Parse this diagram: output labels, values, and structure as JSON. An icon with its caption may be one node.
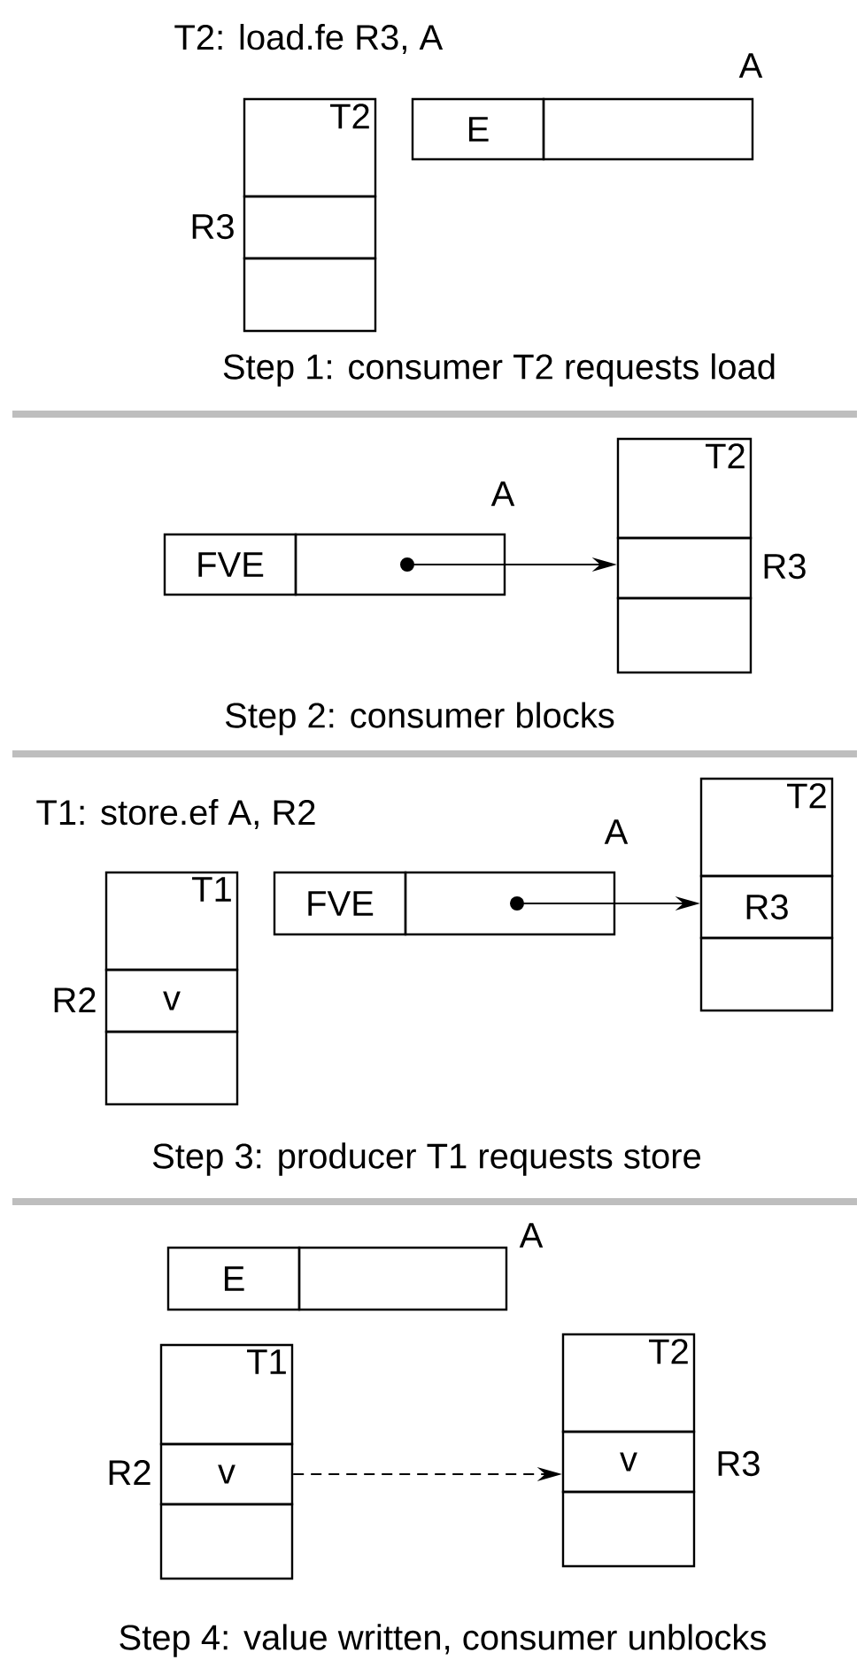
{
  "diagram": {
    "nodes": [
      {
        "text": [
          "T2"
        ]
      },
      {
        "text": [],
        "shape": "box",
        "beside": [
          "R3"
        ]
      },
      {
        "text": [],
        "shape": "box"
      },
      {
        "text": [
          "E"
        ]
      },
      {
        "text": [],
        "shape": "box",
        "beside": [
          "A"
        ]
      },
      {
        "text": [
          "FVE"
        ]
      },
      {
        "text": [],
        "shape": "box",
        "beside": [
          "A"
        ]
      },
      {
        "text": [
          "T2"
        ]
      },
      {
        "text": [],
        "shape": "box",
        "beside": [
          "R3"
        ]
      },
      {
        "text": [],
        "shape": "box"
      },
      {
        "text": [
          "T1"
        ]
      },
      {
        "text": [
          "v"
        ],
        "beside": [
          "R2"
        ]
      },
      {
        "text": [],
        "shape": "box"
      },
      {
        "text": [
          "FVE"
        ]
      },
      {
        "text": [],
        "shape": "box",
        "beside": [
          "A"
        ]
      },
      {
        "text": [
          "T2"
        ]
      },
      {
        "text": [
          "R3"
        ]
      },
      {
        "text": [],
        "shape": "box"
      },
      {
        "text": [
          "E"
        ]
      },
      {
        "text": [],
        "shape": "box",
        "beside": [
          "A"
        ]
      },
      {
        "text": [
          "T1"
        ]
      },
      {
        "text": [
          "v"
        ],
        "beside": [
          "R2"
        ]
      },
      {
        "text": [],
        "shape": "box"
      },
      {
        "text": [
          "T2"
        ]
      },
      {
        "text": [
          "v"
        ],
        "beside": [
          "R3"
        ]
      },
      {
        "text": [],
        "shape": "box"
      }
    ],
    "edges": [
      {
        "from": 6,
        "to": 8,
        "arrow": "to"
      },
      {
        "from": 14,
        "to": 16,
        "arrow": "to"
      },
      {
        "from": 21,
        "to": 24,
        "arrow": "to",
        "style": "dashed"
      }
    ],
    "labels": [
      "T2: load.fe R3, A",
      "Step 1: consumer T2 requests load",
      "Step 2: consumer blocks",
      "T1: store.ef A, R2",
      "Step 3: producer T1 requests store",
      "Step 4: value written, consumer unblocks"
    ]
  }
}
